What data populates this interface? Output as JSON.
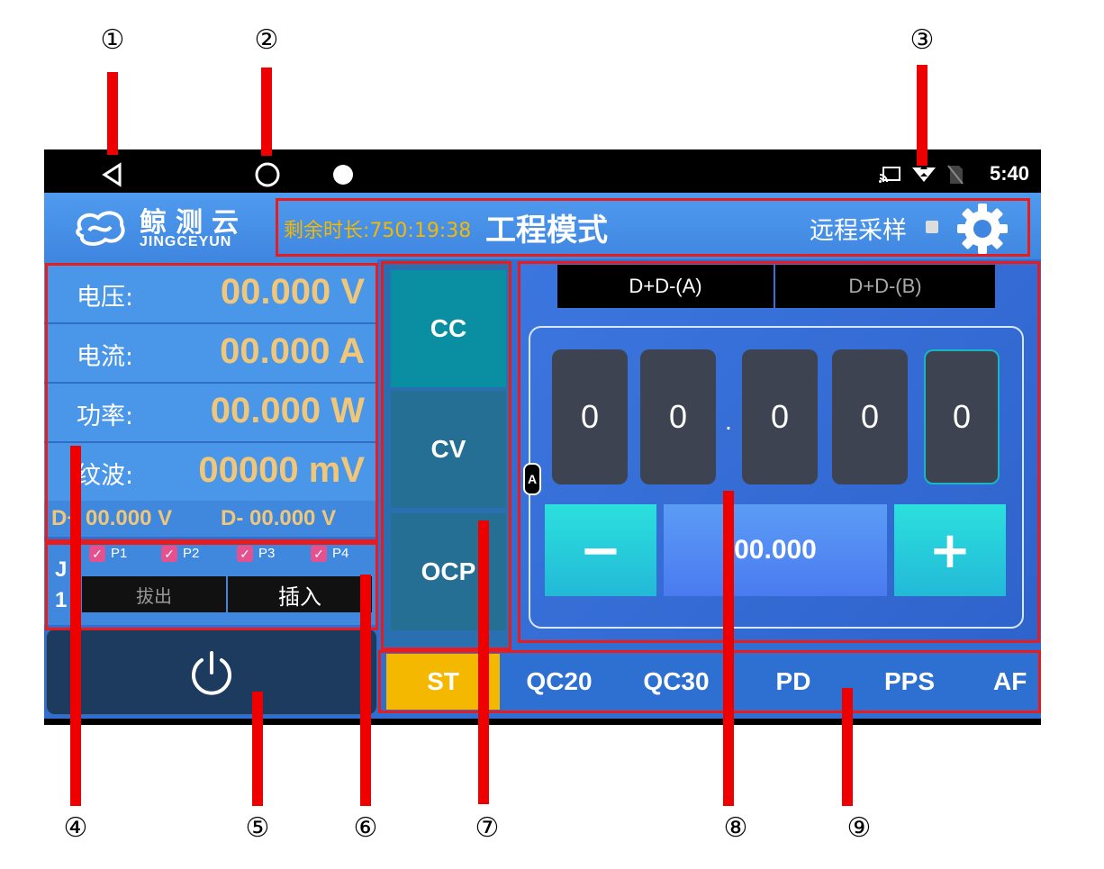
{
  "callouts": [
    "①",
    "②",
    "③",
    "④",
    "⑤",
    "⑥",
    "⑦",
    "⑧",
    "⑨"
  ],
  "statusbar": {
    "time": "5:40",
    "icons": [
      "back-icon",
      "home-icon",
      "recents-icon",
      "cast-icon",
      "wifi-icon",
      "no-sim-icon"
    ]
  },
  "appbar": {
    "logo_text": "鲸测云",
    "logo_subtext": "JINGCEYUN",
    "remaining_time": "剩余时长:750:19:38",
    "mode_title": "工程模式",
    "remote_sampling": "远程采样",
    "settings_icon": "gear-icon"
  },
  "readings": [
    {
      "label": "电压:",
      "value": "00.000 V"
    },
    {
      "label": "电流:",
      "value": "00.000 A"
    },
    {
      "label": "功率:",
      "value": "00.000 W"
    },
    {
      "label": "纹波:",
      "value": "00000 mV"
    }
  ],
  "dpdm": {
    "dp": "D+ 00.000 V",
    "dm": "D- 00.000 V"
  },
  "ports": {
    "side_label": "J1",
    "items": [
      "P1",
      "P2",
      "P3",
      "P4"
    ],
    "unplug": "拔出",
    "plug": "插入"
  },
  "power_icon": "power-icon",
  "modes": [
    "CC",
    "CV",
    "OCP"
  ],
  "selected_mode": "CC",
  "dtabs": [
    "D+D-(A)",
    "D+D-(B)"
  ],
  "selected_dtab": "D+D-(A)",
  "digits": [
    "0",
    "0",
    "0",
    "0",
    "0"
  ],
  "decimal_point": ".",
  "unit_badge": "A",
  "set_value": "00.000",
  "minus_label": "−",
  "plus_label": "+",
  "protocols": [
    "ST",
    "QC20",
    "QC30",
    "PD",
    "PPS",
    "AF"
  ],
  "selected_protocol": "ST",
  "colors": {
    "accent": "#f5b800",
    "highlight": "#e81c1c",
    "value": "#f0c77a"
  }
}
